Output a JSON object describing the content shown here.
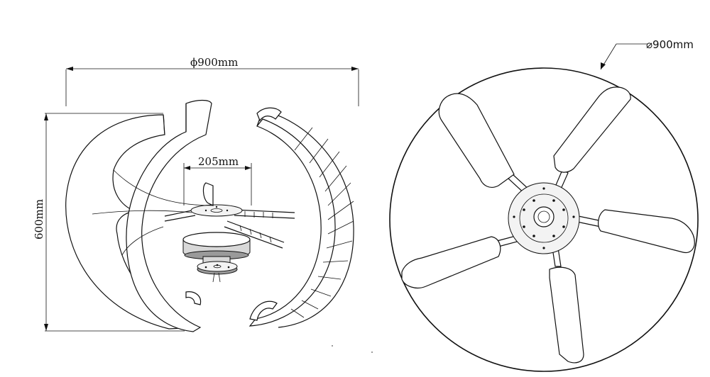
{
  "side_view": {
    "diameter_label": "ϕ900mm",
    "height_label": "600mm",
    "hub_width_label": "205mm"
  },
  "top_view": {
    "diameter_label": "⌀900mm"
  }
}
